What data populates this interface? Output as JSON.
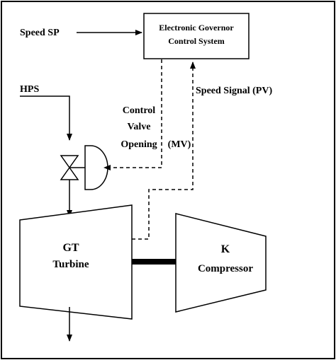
{
  "diagram": {
    "speed_sp": "Speed SP",
    "controller_line1": "Electronic Governor",
    "controller_line2": "Control System",
    "hps": "HPS",
    "control_line1": "Control",
    "control_line2": "Valve",
    "control_line3": "Opening",
    "mv": "(MV)",
    "speed_signal": "Speed Signal (PV)",
    "turbine_line1": "GT",
    "turbine_line2": "Turbine",
    "compressor_line1": "K",
    "compressor_line2": "Compressor"
  }
}
